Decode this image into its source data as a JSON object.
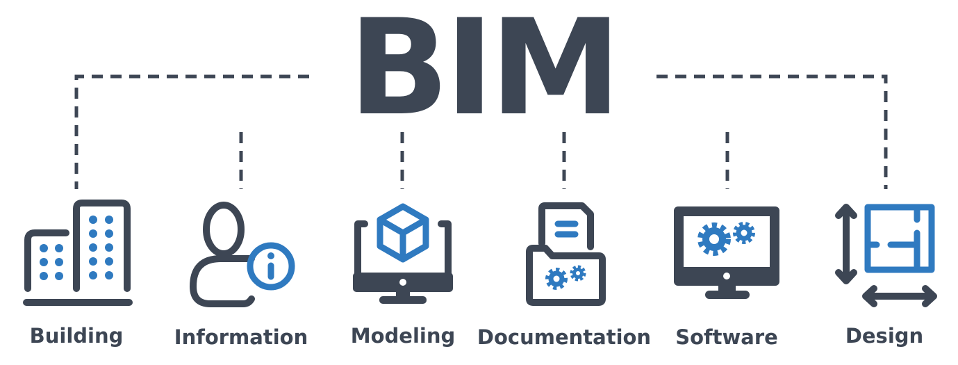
{
  "title": "BIM",
  "colors": {
    "dark": "#3d4654",
    "accent": "#2f7ac0"
  },
  "items": [
    {
      "label": "Building",
      "icon": "building-icon"
    },
    {
      "label": "Information",
      "icon": "user-info-icon"
    },
    {
      "label": "Modeling",
      "icon": "monitor-cube-icon"
    },
    {
      "label": "Documentation",
      "icon": "document-folder-icon"
    },
    {
      "label": "Software",
      "icon": "monitor-gears-icon"
    },
    {
      "label": "Design",
      "icon": "floor-plan-icon"
    }
  ]
}
